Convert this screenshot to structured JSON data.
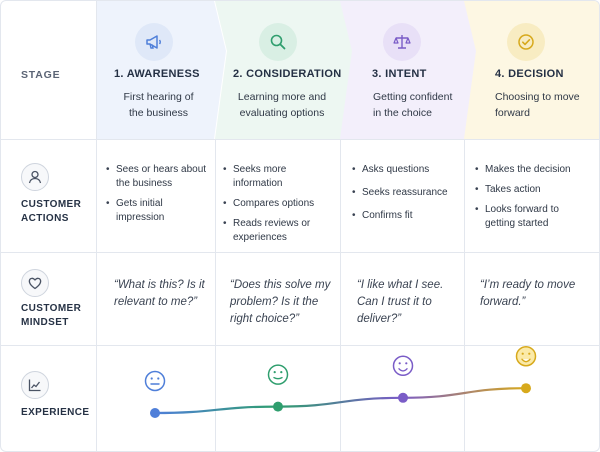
{
  "row_labels": {
    "stage": "STAGE",
    "actions": [
      "CUSTOMER",
      "ACTIONS"
    ],
    "mindset": [
      "CUSTOMER",
      "MINDSET"
    ],
    "experience": "EXPERIENCE"
  },
  "stages": [
    {
      "title": "1. AWARENESS",
      "desc": [
        "First hearing of",
        "the business"
      ],
      "icon": "megaphone-icon",
      "color": "#4f7fd9",
      "actions": [
        [
          "Sees or hears about",
          "the business"
        ],
        [
          "Gets initial impression"
        ]
      ],
      "mindset": [
        "“What is this? Is it",
        "relevant to me?”"
      ]
    },
    {
      "title": "2. CONSIDERATION",
      "desc": [
        "Learning more and",
        "evaluating options"
      ],
      "icon": "magnifier-icon",
      "color": "#2f9e6e",
      "actions": [
        [
          "Seeks more information"
        ],
        [
          "Compares options"
        ],
        [
          "Reads reviews or",
          "experiences"
        ]
      ],
      "mindset": [
        "“Does this solve my",
        "problem? Is it the",
        "right choice?”"
      ]
    },
    {
      "title": "3. INTENT",
      "desc": [
        "Getting confident",
        "in the choice"
      ],
      "icon": "scales-icon",
      "color": "#7a5cc7",
      "actions": [
        [
          "Asks questions"
        ],
        [
          "Seeks reassurance"
        ],
        [
          "Confirms fit"
        ]
      ],
      "mindset": [
        "“I like what I see.",
        "Can I trust it to",
        "deliver?”"
      ]
    },
    {
      "title": "4. DECISION",
      "desc": [
        "Choosing to move",
        "forward"
      ],
      "icon": "check-circle-icon",
      "color": "#d7a91c",
      "actions": [
        [
          "Makes the decision"
        ],
        [
          "Takes action"
        ],
        [
          "Looks forward to",
          "getting started"
        ]
      ],
      "mindset": [
        "“I’m ready to move",
        "forward.”"
      ]
    }
  ],
  "experience": {
    "faces": [
      "neutral",
      "slight-smile",
      "smile",
      "big-smile"
    ],
    "levels": [
      0.0,
      0.16,
      0.38,
      0.62
    ],
    "colors": [
      "#4f7fd9",
      "#2f9e6e",
      "#7a5cc7",
      "#d7a91c"
    ]
  }
}
